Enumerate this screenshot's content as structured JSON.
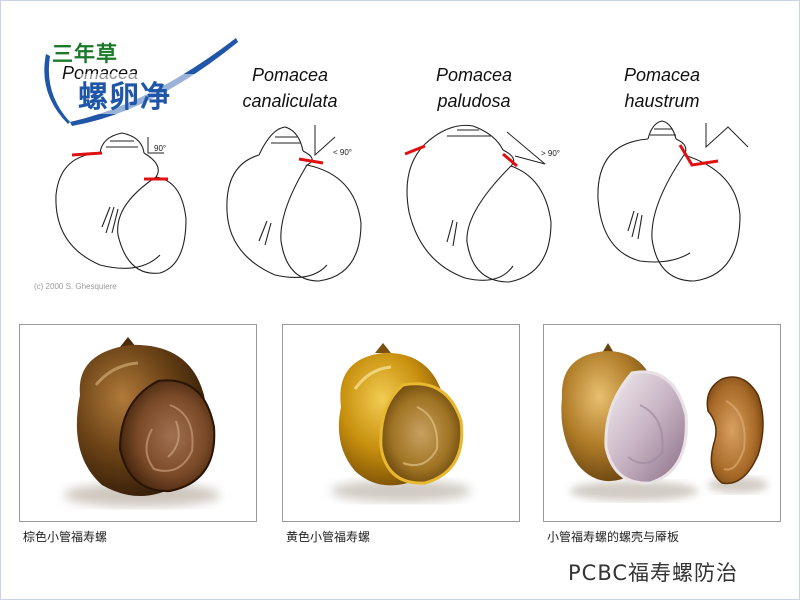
{
  "logo": {
    "top_text": "三年草",
    "main_text": "螺卵净"
  },
  "species": [
    {
      "genus": "Pomacea",
      "epithet": ""
    },
    {
      "genus": "Pomacea",
      "epithet": "canaliculata"
    },
    {
      "genus": "Pomacea",
      "epithet": "paludosa"
    },
    {
      "genus": "Pomacea",
      "epithet": "haustrum"
    }
  ],
  "angle_labels": [
    "90°",
    "< 90°",
    "> 90°"
  ],
  "copyright": "(c) 2000 S. Ghesquiere",
  "photos": [
    {
      "caption": "棕色小管福寿螺"
    },
    {
      "caption": "黄色小管福寿螺"
    },
    {
      "caption": "小管福寿螺的螺壳与厣板"
    }
  ],
  "brand": "PCBC福寿螺防治",
  "colors": {
    "suture_mark": "#e01010",
    "logo_green": "#1a7a2a",
    "logo_blue": "#1f56a8",
    "brown_shell": "#5a3812",
    "yellow_shell": "#c8900e"
  }
}
